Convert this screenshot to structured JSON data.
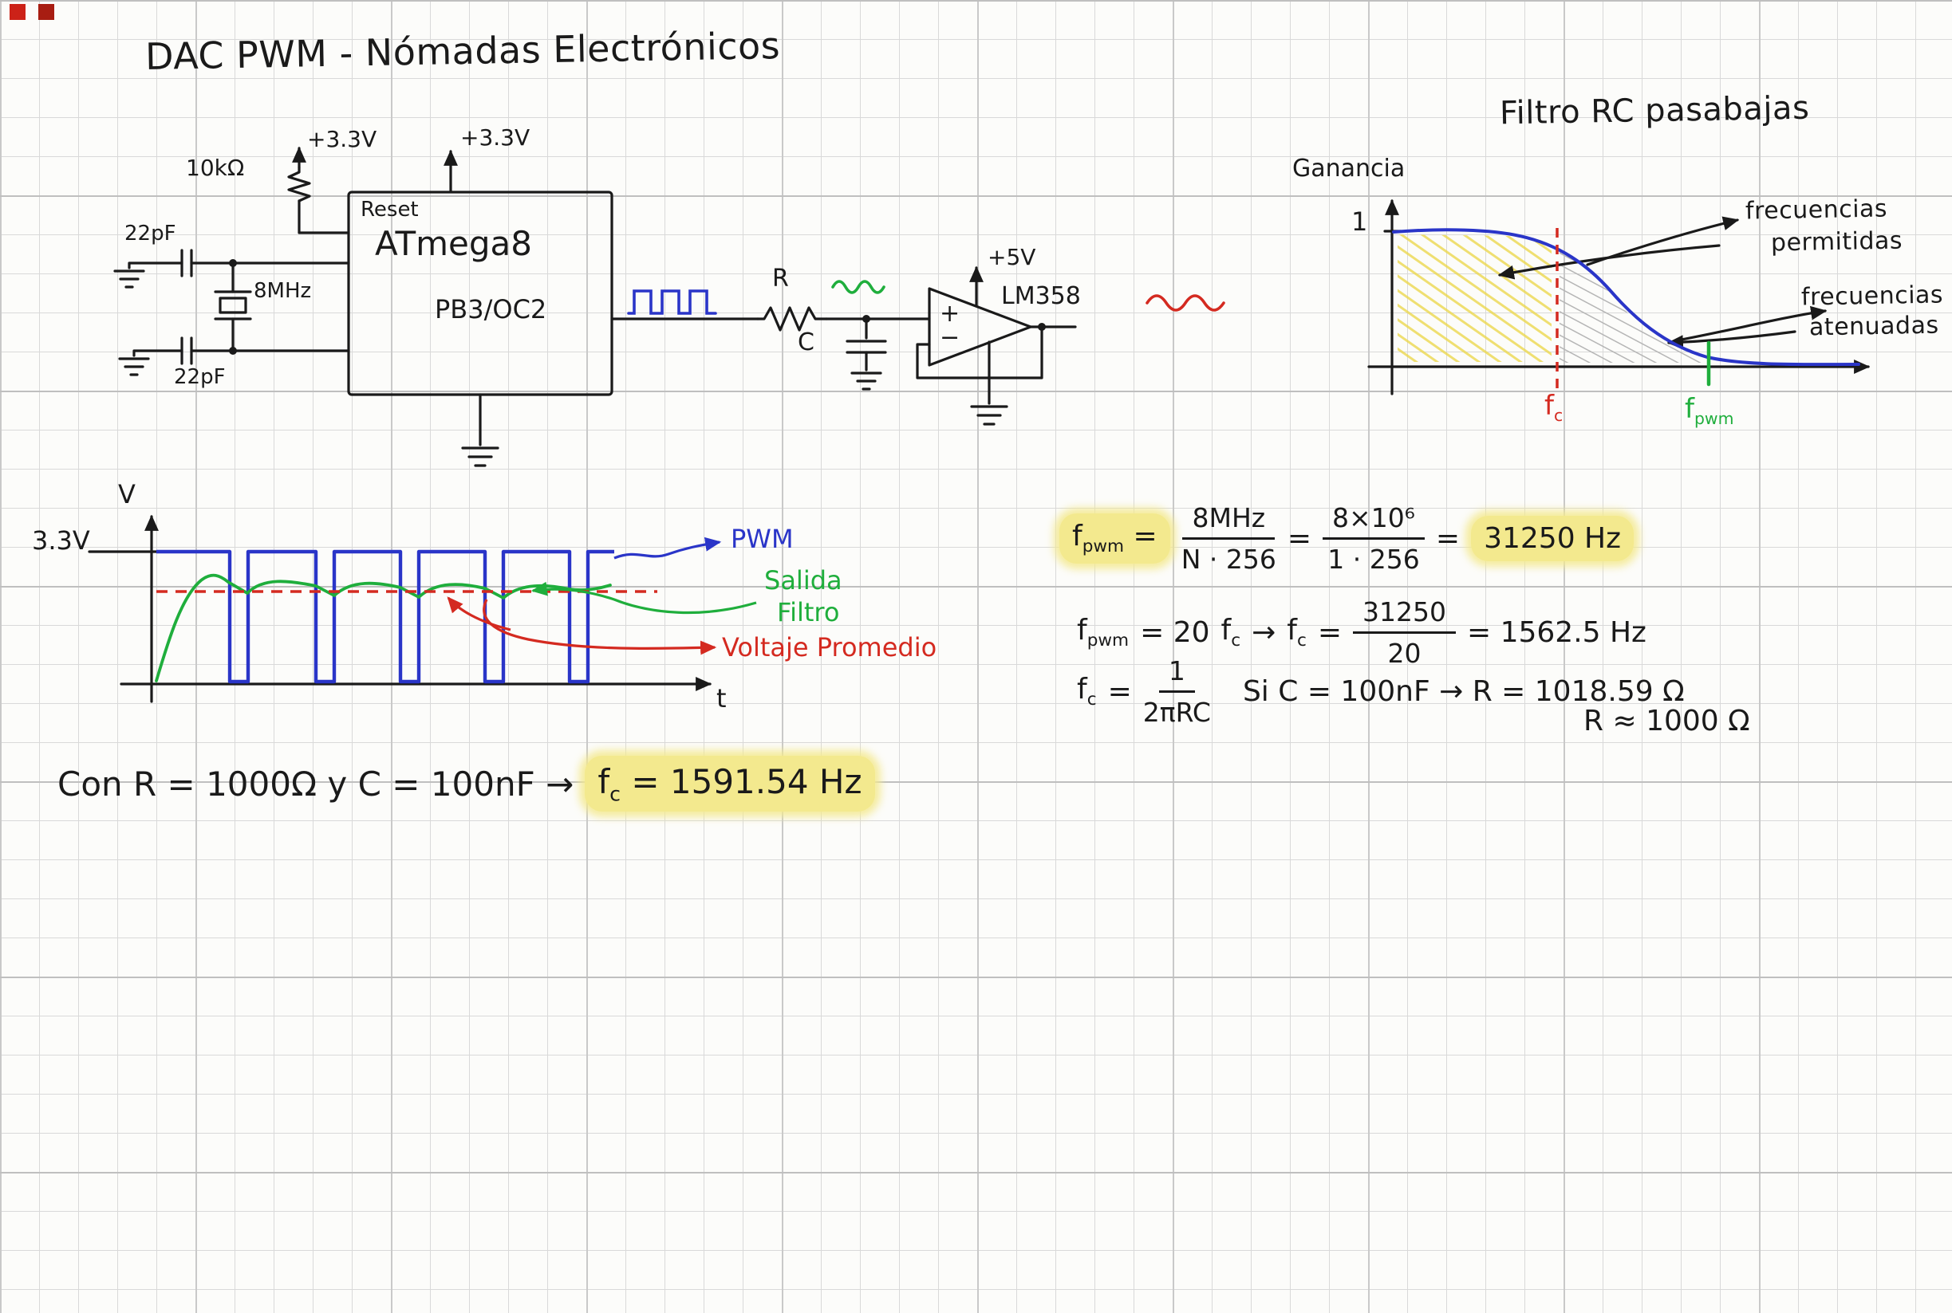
{
  "colors": {
    "ink": "#1a1a1a",
    "pwm_blue": "#2a35c8",
    "signal_green": "#1fae3c",
    "accent_red": "#d42a20",
    "highlight_yellow": "#f3e98e"
  },
  "title": "DAC PWM - Nómadas Electrónicos",
  "circuit": {
    "vcc_reset_label": "+3.3V",
    "vcc_chip_label": "+3.3V",
    "pullup_label": "10kΩ",
    "reset_pin_label": "Reset",
    "chip_label": "ATmega8",
    "pwm_pin_label": "PB3/OC2",
    "cap_top_label": "22pF",
    "cap_bottom_label": "22pF",
    "crystal_label": "8MHz",
    "filter_r_label": "R",
    "filter_c_label": "C",
    "opamp_label": "LM358",
    "opamp_vcc_label": "+5V",
    "opamp_plus": "+",
    "opamp_minus": "−"
  },
  "bode": {
    "title": "Filtro RC pasabajas",
    "y_axis_label": "Ganancia",
    "unity_tick": "1",
    "fc_base": "f",
    "fc_sub": "c",
    "fpwm_base": "f",
    "fpwm_sub": "pwm",
    "passband_label_line1": "frecuencias",
    "passband_label_line2": "permitidas",
    "stopband_label_line1": "frecuencias",
    "stopband_label_line2": "atenuadas"
  },
  "wave": {
    "y_axis_label": "V",
    "vcc_level_label": "3.3V",
    "x_axis_label": "t",
    "pwm_label": "PWM",
    "filter_label_line1": "Salida",
    "filter_label_line2": "Filtro",
    "avg_label": "Voltaje Promedio"
  },
  "formulas": {
    "f1": {
      "sym_base": "f",
      "sym_sub": "pwm",
      "eq1": "=",
      "num1": "8MHz",
      "den1": "N · 256",
      "eq2": "=",
      "num2": "8×10⁶",
      "den2": "1 · 256",
      "eq3": "=",
      "result": "31250 Hz"
    },
    "f2": {
      "sym_base": "f",
      "sym_sub": "pwm",
      "eq1": "= 20",
      "fc1_base": "f",
      "fc1_sub": "c",
      "arrow": "→",
      "fc2_base": "f",
      "fc2_sub": "c",
      "eq2": "=",
      "num": "31250",
      "den": "20",
      "result": "= 1562.5 Hz"
    },
    "f3": {
      "sym_base": "f",
      "sym_sub": "c",
      "eq1": "=",
      "num": "1",
      "den": "2πRC",
      "condition": "Si  C = 100nF  →  R = 1018.59 Ω",
      "approx": "R ≈ 1000 Ω"
    },
    "f4": {
      "prefix": "Con  R = 1000Ω  y  C = 100nF  →",
      "sym_base": "f",
      "sym_sub": "c",
      "result": "= 1591.54 Hz"
    }
  }
}
